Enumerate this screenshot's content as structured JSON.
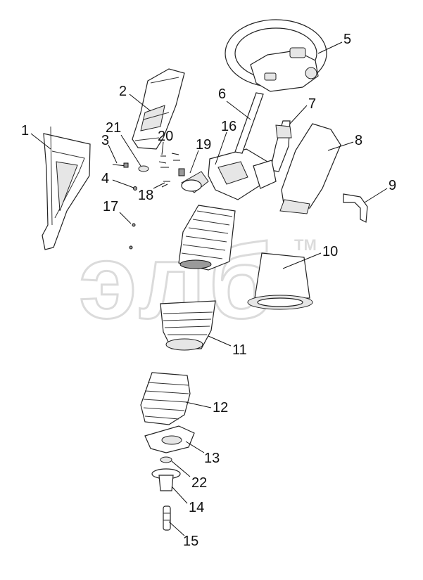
{
  "watermark": {
    "text": "элб",
    "trademark": "TM"
  },
  "callouts": [
    {
      "id": "callout-1",
      "label": "1"
    },
    {
      "id": "callout-2",
      "label": "2"
    },
    {
      "id": "callout-3",
      "label": "3"
    },
    {
      "id": "callout-4",
      "label": "4"
    },
    {
      "id": "callout-5",
      "label": "5"
    },
    {
      "id": "callout-6",
      "label": "6"
    },
    {
      "id": "callout-7",
      "label": "7"
    },
    {
      "id": "callout-8",
      "label": "8"
    },
    {
      "id": "callout-9",
      "label": "9"
    },
    {
      "id": "callout-10",
      "label": "10"
    },
    {
      "id": "callout-11",
      "label": "11"
    },
    {
      "id": "callout-12",
      "label": "12"
    },
    {
      "id": "callout-13",
      "label": "13"
    },
    {
      "id": "callout-14",
      "label": "14"
    },
    {
      "id": "callout-15",
      "label": "15"
    },
    {
      "id": "callout-16",
      "label": "16"
    },
    {
      "id": "callout-17",
      "label": "17"
    },
    {
      "id": "callout-18",
      "label": "18"
    },
    {
      "id": "callout-19",
      "label": "19"
    },
    {
      "id": "callout-20",
      "label": "20"
    },
    {
      "id": "callout-21",
      "label": "21"
    },
    {
      "id": "callout-22",
      "label": "22"
    }
  ]
}
